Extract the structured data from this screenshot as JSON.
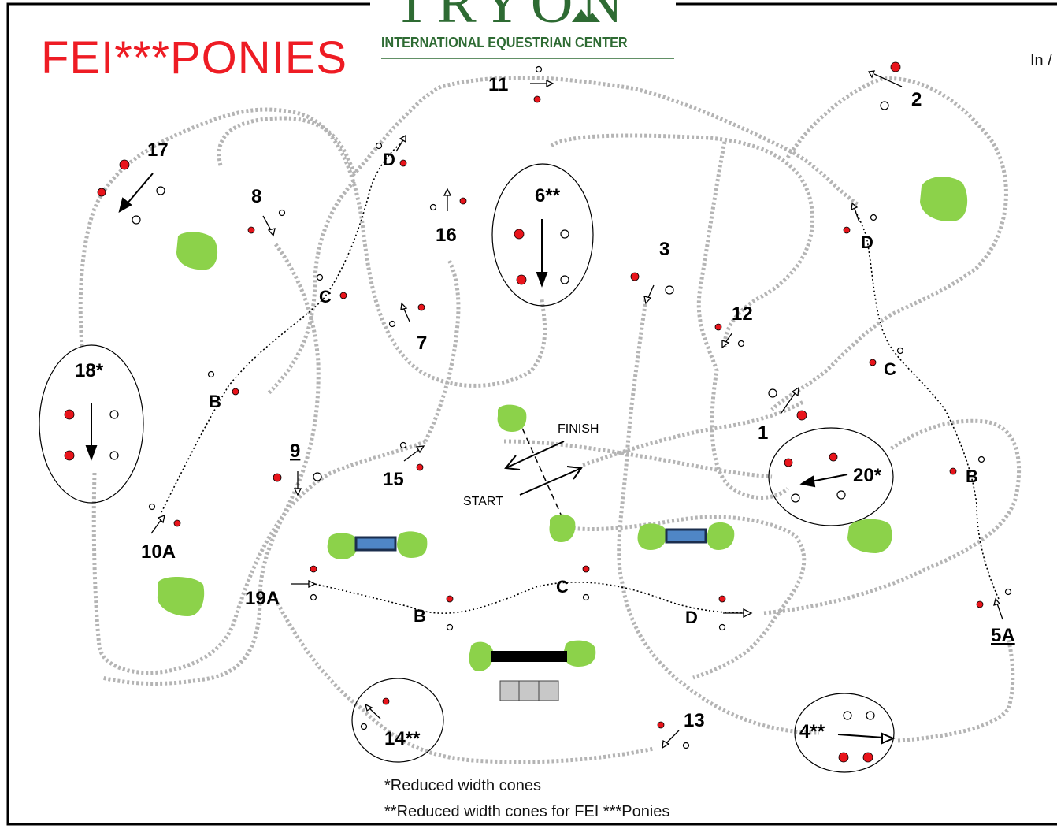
{
  "title": "FEI***PONIES",
  "logo": {
    "word": "TRYON",
    "subtitle": "INTERNATIONAL EQUESTRIAN CENTER"
  },
  "corner_text": "In /",
  "start_label": "START",
  "finish_label": "FINISH",
  "obstacles": [
    "1",
    "2",
    "3",
    "4**",
    "5A",
    "6**",
    "7",
    "8",
    "9",
    "10A",
    "11",
    "12",
    "13",
    "14**",
    "15",
    "16",
    "17",
    "18*",
    "19A",
    "20*"
  ],
  "element_letters": [
    "B",
    "C",
    "D"
  ],
  "notes": [
    "*Reduced width cones",
    "**Reduced width cones for FEI ***Ponies"
  ],
  "colors": {
    "title": "#ee1c24",
    "logo": "#2e6b33",
    "track": "#b4b4b4",
    "cone_red": "#e8141b",
    "bush": "#8cd24a",
    "water": "#4f86c6"
  }
}
